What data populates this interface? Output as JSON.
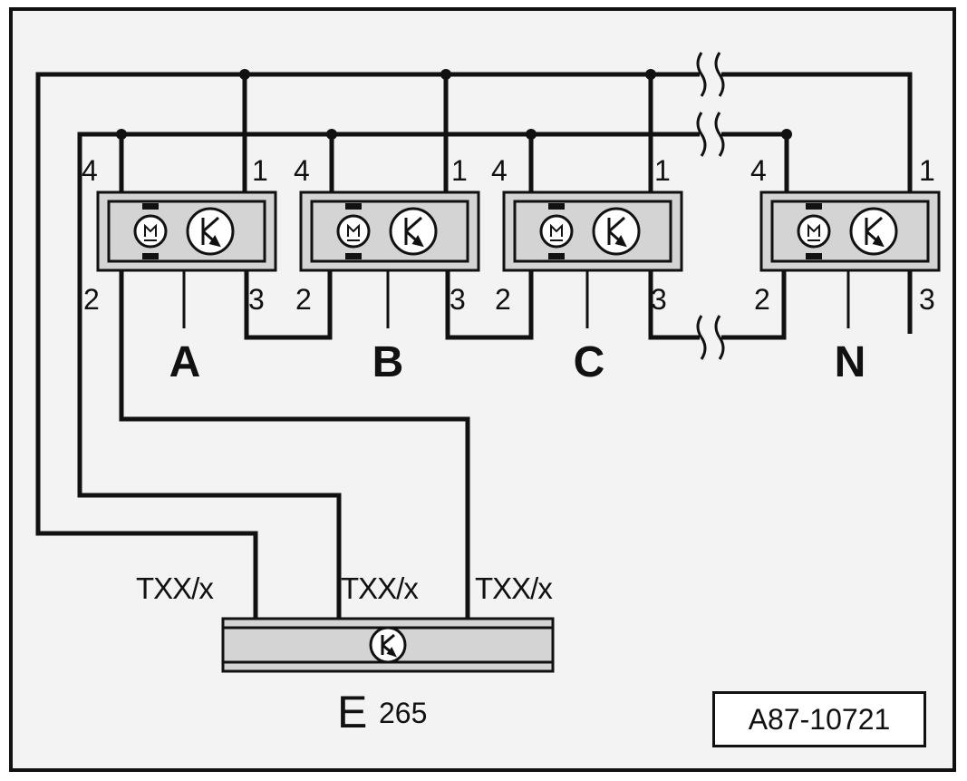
{
  "modules": [
    {
      "id": "A",
      "pin_top_left": "4",
      "pin_top_right": "1",
      "pin_bottom_left": "2",
      "pin_bottom_right": "3"
    },
    {
      "id": "B",
      "pin_top_left": "4",
      "pin_top_right": "1",
      "pin_bottom_left": "2",
      "pin_bottom_right": "3"
    },
    {
      "id": "C",
      "pin_top_left": "4",
      "pin_top_right": "1",
      "pin_bottom_left": "2",
      "pin_bottom_right": "3"
    },
    {
      "id": "N",
      "pin_top_left": "4",
      "pin_top_right": "1",
      "pin_bottom_left": "2",
      "pin_bottom_right": "3"
    }
  ],
  "control_unit": {
    "name": "E",
    "number": "265",
    "connectors": [
      "TXX/x",
      "TXX/x",
      "TXX/x"
    ]
  },
  "reference_code": "A87-10721",
  "colors": {
    "line": "#111111",
    "component_fill": "#d4d4d4",
    "background": "#f3f3f3"
  }
}
